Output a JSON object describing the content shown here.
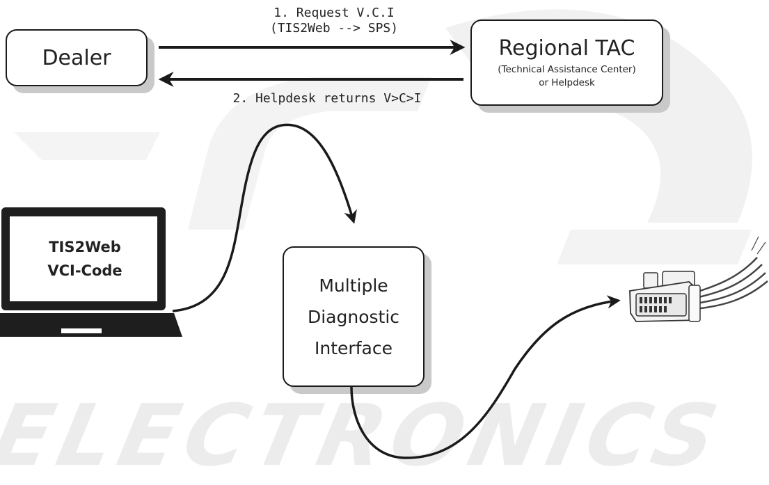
{
  "watermark": {
    "text": "ELECTRONICS"
  },
  "nodes": {
    "dealer": {
      "label": "Dealer"
    },
    "tac": {
      "title": "Regional TAC",
      "subtitle": "(Technical Assistance Center)",
      "alt": "or Helpdesk"
    },
    "mdi": {
      "line1": "Multiple",
      "line2": "Diagnostic",
      "line3": "Interface"
    }
  },
  "arrows": {
    "request": {
      "line1": "1. Request V.C.I",
      "line2": "(TIS2Web --> SPS)"
    },
    "return": {
      "label": "2. Helpdesk returns V>C>I"
    }
  },
  "laptop": {
    "line1": "TIS2Web",
    "line2": "VCI-Code"
  },
  "colors": {
    "stroke": "#1a1a1a",
    "shadow": "#c9c9c9",
    "watermark": "#ececec"
  },
  "icons": [
    "laptop-icon",
    "obd-connector-icon"
  ]
}
